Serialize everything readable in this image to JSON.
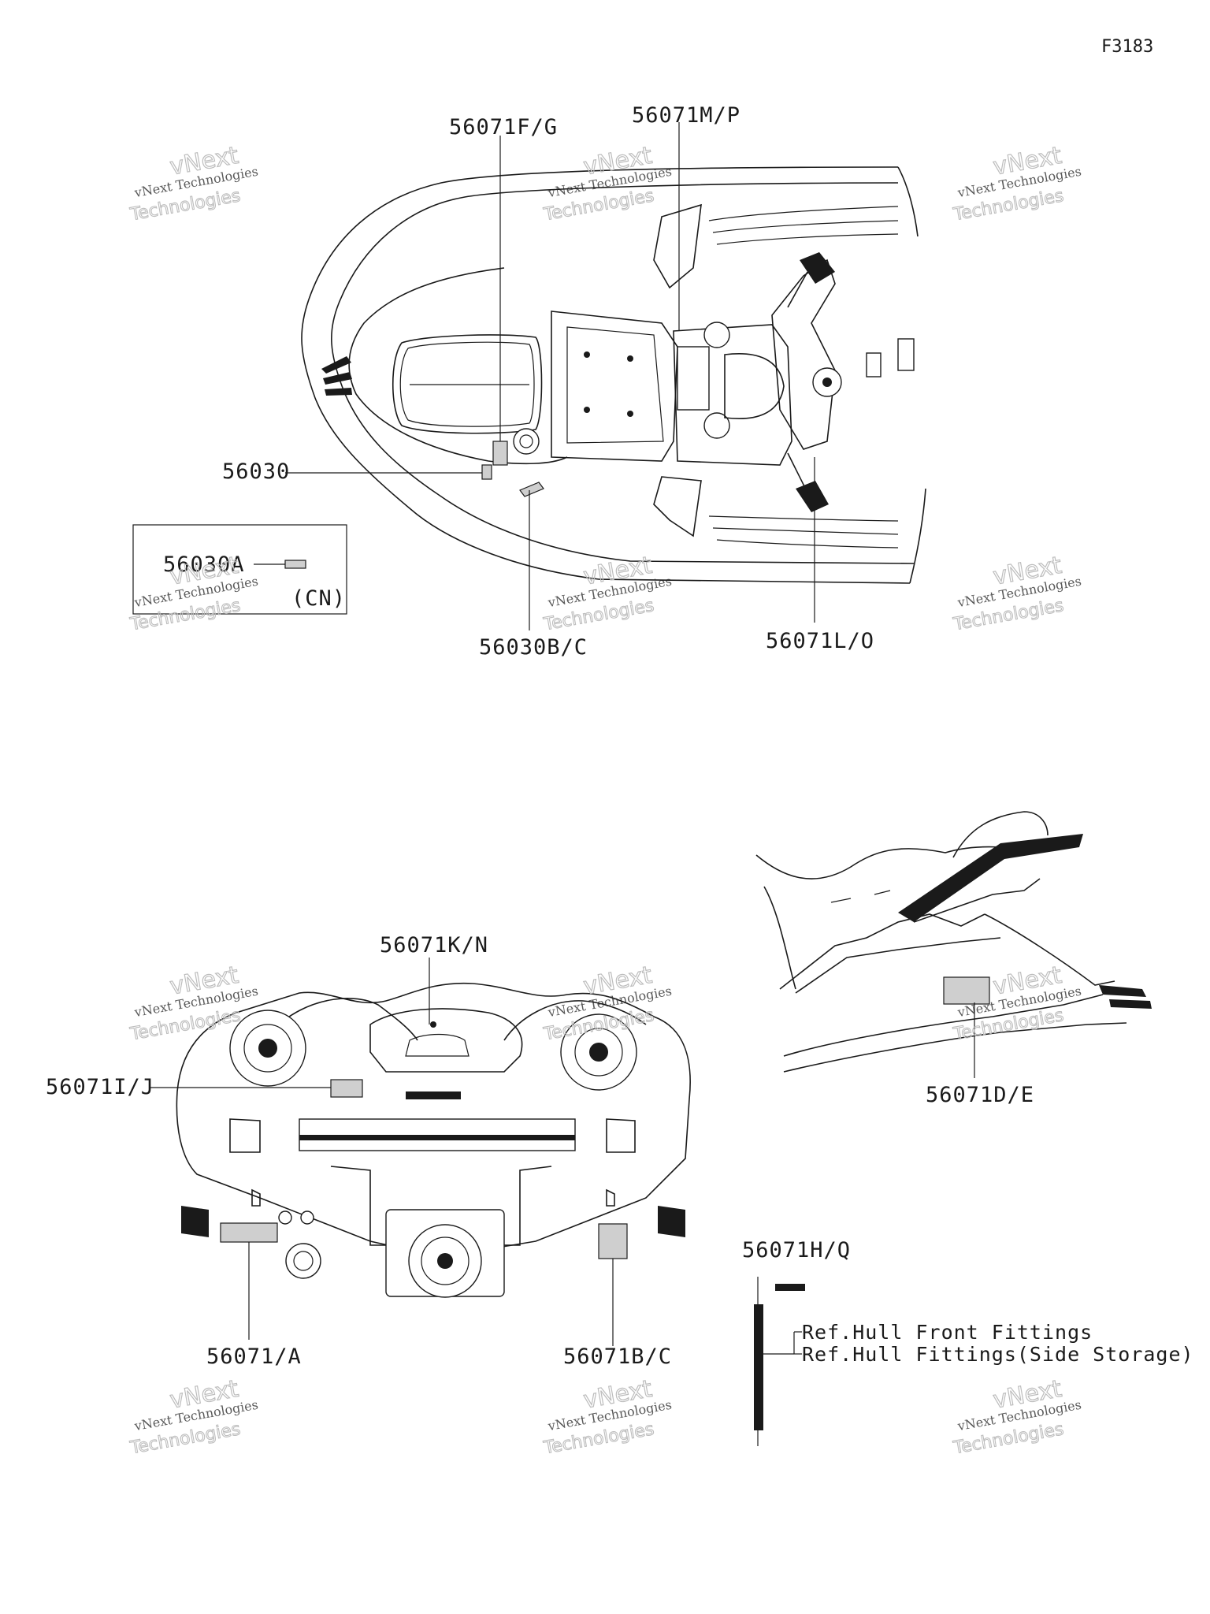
{
  "figure_code": "F3183",
  "callouts": {
    "c_56071fg": "56071F/G",
    "c_56071mp": "56071M/P",
    "c_56030": "56030",
    "c_56030bc": "56030B/C",
    "c_56071lo": "56071L/O",
    "c_56071kn": "56071K/N",
    "c_56071ij": "56071I/J",
    "c_56071a": "56071/A",
    "c_56071bc": "56071B/C",
    "c_56071de": "56071D/E",
    "c_56071hq": "56071H/Q"
  },
  "inset": {
    "part": "56030A",
    "region": "(CN)"
  },
  "references": [
    "Ref.Hull Front Fittings",
    "Ref.Hull Fittings(Side Storage)"
  ],
  "watermark": {
    "line1": "vNext Technologies",
    "line2": "vNext",
    "line3": "Technologies"
  }
}
